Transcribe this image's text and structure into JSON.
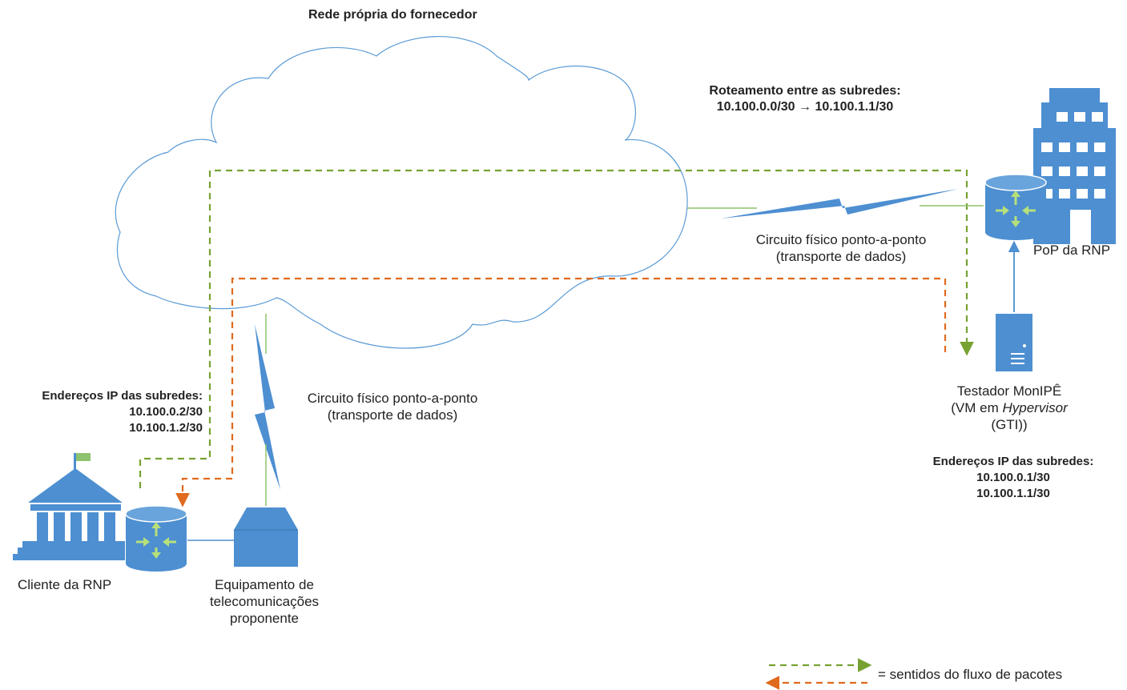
{
  "cloud": {
    "title": "Rede própria do fornecedor"
  },
  "routing": {
    "title": "Roteamento entre as subredes:",
    "rule": "10.100.0.0/30 → 10.100.1.1/30"
  },
  "circuit_top": {
    "line1": "Circuito físico ponto-a-ponto",
    "line2": "(transporte de dados)"
  },
  "circuit_bottom": {
    "line1": "Circuito físico ponto-a-ponto",
    "line2": "(transporte de dados)"
  },
  "pop": {
    "label": "PoP da RNP"
  },
  "tester": {
    "line1": "Testador MonIPÊ",
    "line2_prefix": "(VM em ",
    "line2_italic": "Hypervisor",
    "line3": "(GTI))"
  },
  "client_subnets": {
    "title": "Endereços IP das subredes:",
    "ip1": "10.100.0.2/30",
    "ip2": "10.100.1.2/30"
  },
  "tester_subnets": {
    "title": "Endereços IP das subredes:",
    "ip1": "10.100.0.1/30",
    "ip2": "10.100.1.1/30"
  },
  "client": {
    "label": "Cliente da RNP"
  },
  "telecom": {
    "line1": "Equipamento de",
    "line2": "telecomunicações",
    "line3": "proponente"
  },
  "legend": {
    "label": "= sentidos do fluxo de pacotes"
  },
  "colors": {
    "green_flow": "#77a232",
    "orange_flow": "#e06a1e",
    "icon_blue": "#4d8fd1",
    "cloud_stroke": "#5b9bd5",
    "link_green": "#8dc26e"
  }
}
